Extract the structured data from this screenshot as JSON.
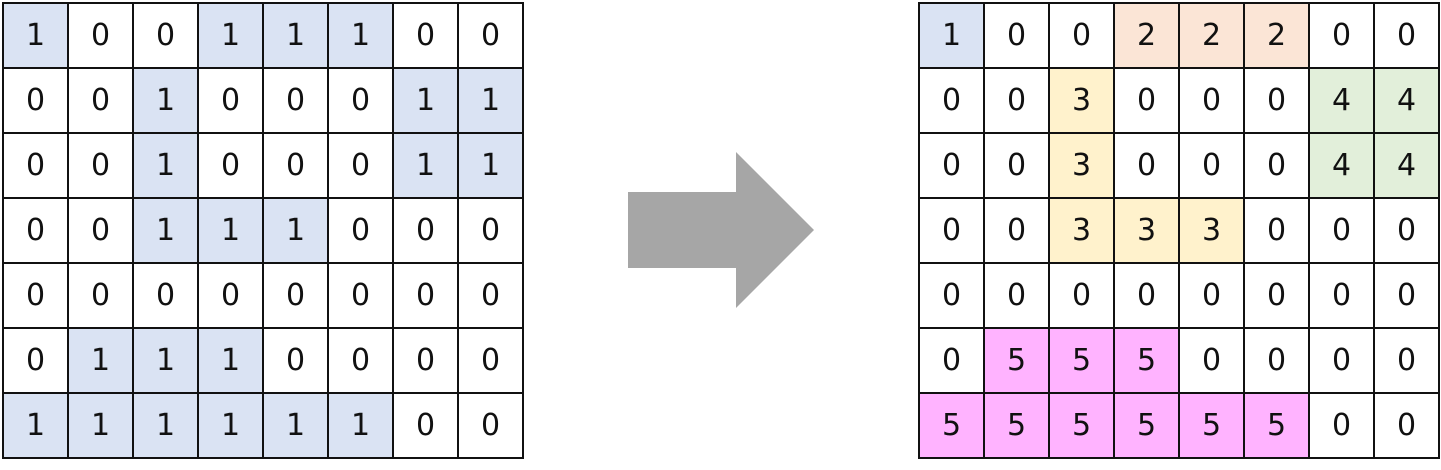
{
  "input_grid": {
    "rows": [
      [
        "1",
        "0",
        "0",
        "1",
        "1",
        "1",
        "0",
        "0"
      ],
      [
        "0",
        "0",
        "1",
        "0",
        "0",
        "0",
        "1",
        "1"
      ],
      [
        "0",
        "0",
        "1",
        "0",
        "0",
        "0",
        "1",
        "1"
      ],
      [
        "0",
        "0",
        "1",
        "1",
        "1",
        "0",
        "0",
        "0"
      ],
      [
        "0",
        "0",
        "0",
        "0",
        "0",
        "0",
        "0",
        "0"
      ],
      [
        "0",
        "1",
        "1",
        "1",
        "0",
        "0",
        "0",
        "0"
      ],
      [
        "1",
        "1",
        "1",
        "1",
        "1",
        "1",
        "0",
        "0"
      ]
    ]
  },
  "output_grid": {
    "rows": [
      [
        "1",
        "0",
        "0",
        "2",
        "2",
        "2",
        "0",
        "0"
      ],
      [
        "0",
        "0",
        "3",
        "0",
        "0",
        "0",
        "4",
        "4"
      ],
      [
        "0",
        "0",
        "3",
        "0",
        "0",
        "0",
        "4",
        "4"
      ],
      [
        "0",
        "0",
        "3",
        "3",
        "3",
        "0",
        "0",
        "0"
      ],
      [
        "0",
        "0",
        "0",
        "0",
        "0",
        "0",
        "0",
        "0"
      ],
      [
        "0",
        "5",
        "5",
        "5",
        "0",
        "0",
        "0",
        "0"
      ],
      [
        "5",
        "5",
        "5",
        "5",
        "5",
        "5",
        "0",
        "0"
      ]
    ]
  },
  "colors": {
    "blue": "#dae3f3",
    "label_1": "#dae3f3",
    "label_2": "#fbe5d6",
    "label_3": "#fff2cc",
    "label_4": "#e2efda",
    "label_5": "#ffb3ff",
    "arrow": "#a6a6a6",
    "grid_line": "#111111"
  },
  "arrow_icon": "right-arrow-icon"
}
